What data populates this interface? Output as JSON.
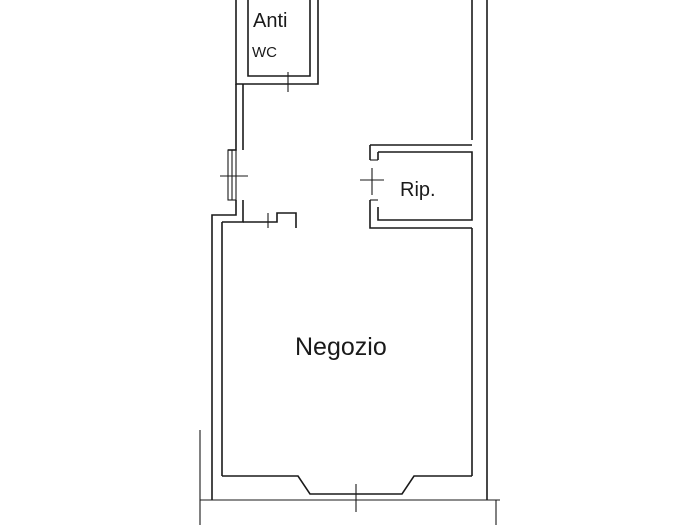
{
  "plan": {
    "rooms": [
      {
        "id": "anti-wc",
        "line1": "Anti",
        "line2": "WC"
      },
      {
        "id": "ripostiglio",
        "label": "Rip."
      },
      {
        "id": "negozio",
        "label": "Negozio"
      }
    ]
  }
}
